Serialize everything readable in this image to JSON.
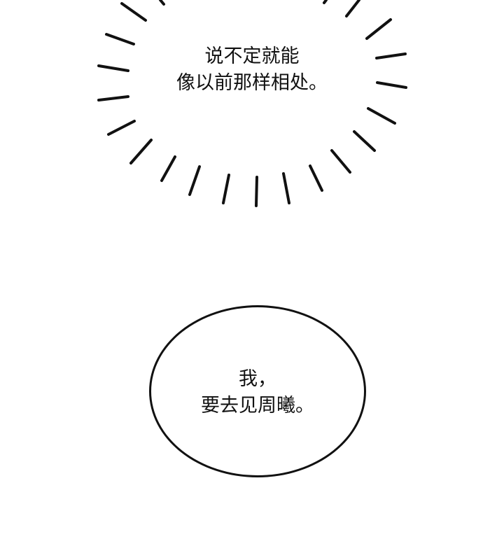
{
  "panel_top": {
    "type": "thought-burst",
    "lines": [
      "说不定就能",
      "像以前那样相处。"
    ]
  },
  "panel_bottom": {
    "type": "speech-bubble-ellipse",
    "lines": [
      "我，",
      "要去见周曦。"
    ]
  },
  "colors": {
    "background": "#ffffff",
    "ink": "#111111"
  }
}
